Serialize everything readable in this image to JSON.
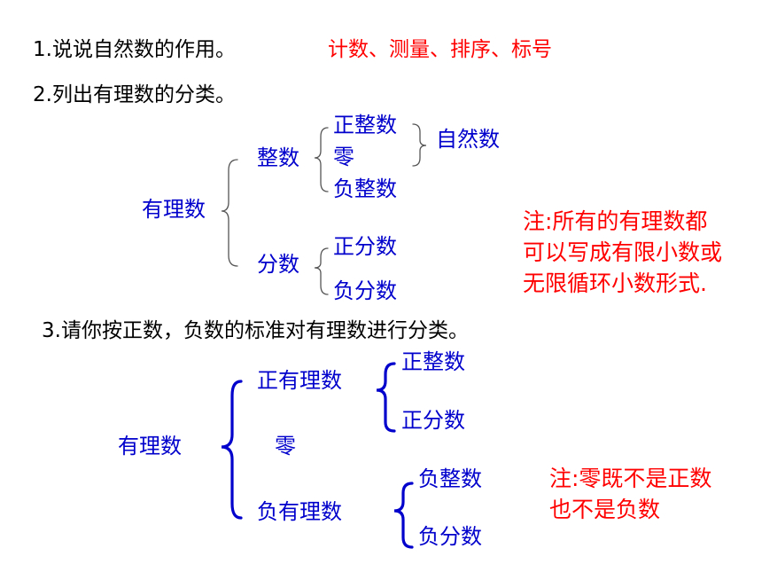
{
  "q1": {
    "text": "1.说说自然数的作用。",
    "answer": "计数、测量、排序、标号"
  },
  "q2": {
    "text": "2.列出有理数的分类。",
    "root": "有理数",
    "integer": "整数",
    "fraction": "分数",
    "pos_int": "正整数",
    "zero": "零",
    "neg_int": "负整数",
    "natural": "自然数",
    "pos_frac": "正分数",
    "neg_frac": "负分数",
    "note": [
      "注:所有的有理数都",
      "可以写成有限小数或",
      "无限循环小数形式."
    ]
  },
  "q3": {
    "text": "3.请你按正数，负数的标准对有理数进行分类。",
    "root": "有理数",
    "pos_rational": "正有理数",
    "zero": "零",
    "neg_rational": "负有理数",
    "pos_int": "正整数",
    "pos_frac": "正分数",
    "neg_int": "负整数",
    "neg_frac": "负分数",
    "note": [
      "注:零既不是正数",
      "也不是负数"
    ]
  },
  "colors": {
    "question": "#000000",
    "tree": "#0000cc",
    "note": "#ff0000"
  }
}
